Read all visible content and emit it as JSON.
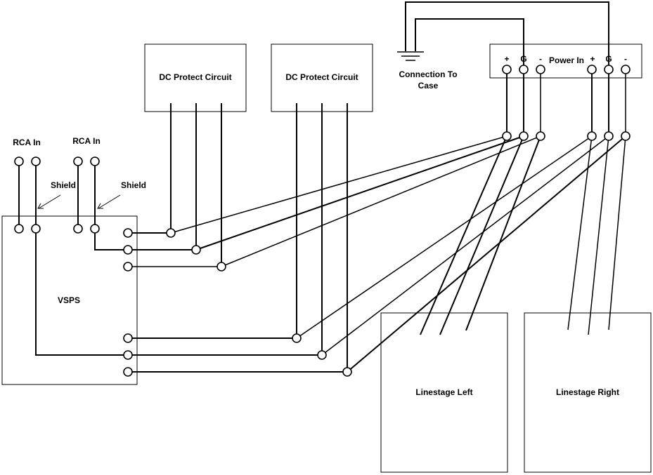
{
  "labels": {
    "dc_protect_1": "DC Protect Circuit",
    "dc_protect_2": "DC Protect Circuit",
    "connection_line1": "Connection To",
    "connection_line2": "Case",
    "power_in": "Power In",
    "rca_in_1": "RCA In",
    "rca_in_2": "RCA In",
    "shield_1": "Shield",
    "shield_2": "Shield",
    "vsps": "VSPS",
    "linestage_left": "Linestage Left",
    "linestage_right": "Linestage Right"
  },
  "terminal_markers": {
    "left_plus": "+",
    "left_gnd": "G",
    "left_minus": "-",
    "right_plus": "+",
    "right_gnd": "G",
    "right_minus": "-"
  }
}
